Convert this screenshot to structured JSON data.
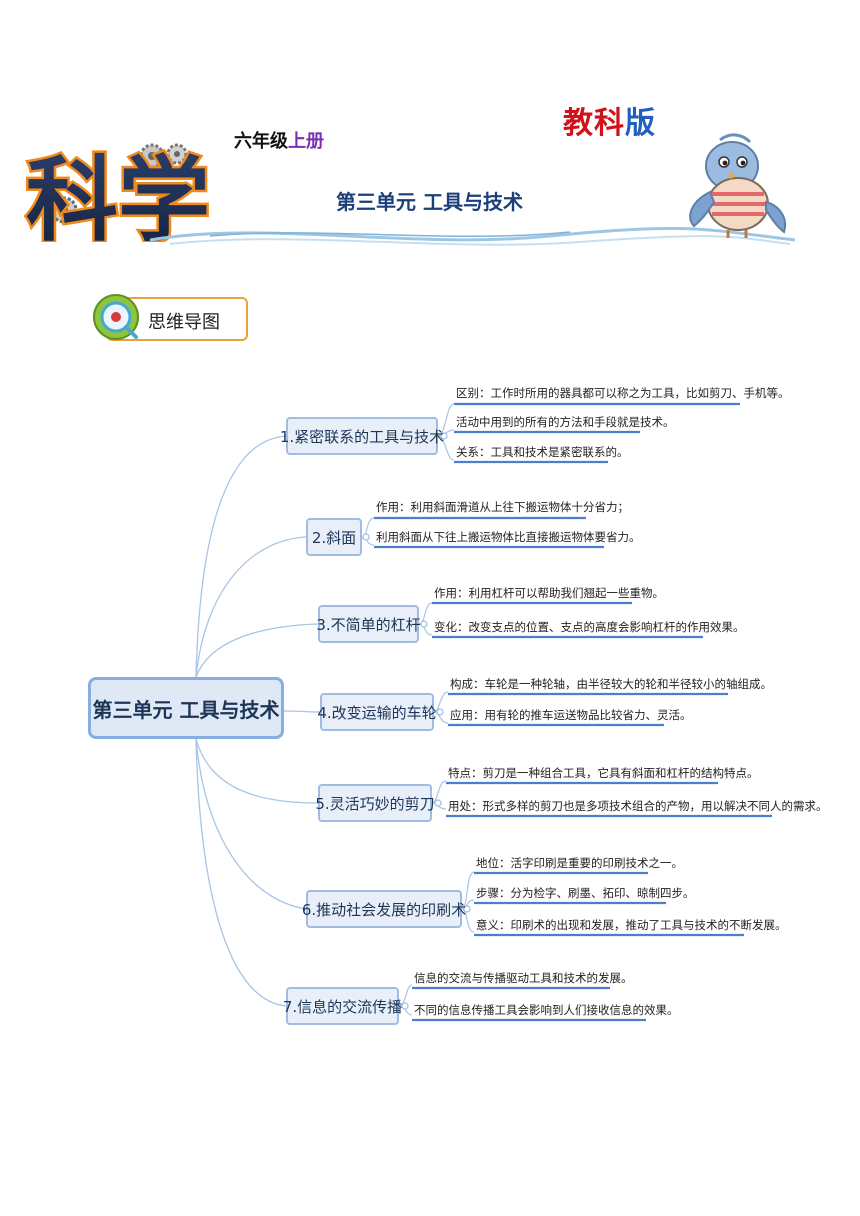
{
  "header": {
    "publisher_part1": "教科",
    "publisher_part2": "版",
    "grade_part1": "六年级",
    "grade_part2": "上册",
    "logo_text": "科学",
    "unit_title": "第三单元  工具与技术"
  },
  "badge": {
    "label": "思维导图"
  },
  "mindmap": {
    "root": "第三单元 工具与技术",
    "topics": [
      {
        "label": "1.紧密联系的工具与技术",
        "items": [
          "区别：工作时所用的器具都可以称之为工具，比如剪刀、手机等。",
          "活动中用到的所有的方法和手段就是技术。",
          "关系：工具和技术是紧密联系的。"
        ]
      },
      {
        "label": "2.斜面",
        "items": [
          "作用：利用斜面滑道从上往下搬运物体十分省力；",
          "利用斜面从下往上搬运物体比直接搬运物体要省力。"
        ]
      },
      {
        "label": "3.不简单的杠杆",
        "items": [
          "作用：利用杠杆可以帮助我们翘起一些重物。",
          "变化：改变支点的位置、支点的高度会影响杠杆的作用效果。"
        ]
      },
      {
        "label": "4.改变运输的车轮",
        "items": [
          "构成：车轮是一种轮轴，由半径较大的轮和半径较小的轴组成。",
          "应用：用有轮的推车运送物品比较省力、灵活。"
        ]
      },
      {
        "label": "5.灵活巧妙的剪刀",
        "items": [
          "特点：剪刀是一种组合工具，它具有斜面和杠杆的结构特点。",
          "用处：形式多样的剪刀也是多项技术组合的产物，用以解决不同人的需求。"
        ]
      },
      {
        "label": "6.推动社会发展的印刷术",
        "items": [
          "地位：活字印刷是重要的印刷技术之一。",
          "步骤：分为检字、刷墨、拓印、晾制四步。",
          "意义：印刷术的出现和发展，推动了工具与技术的不断发展。"
        ]
      },
      {
        "label": "7.信息的交流传播",
        "items": [
          "信息的交流与传播驱动工具和技术的发展。",
          "不同的信息传播工具会影响到人们接收信息的效果。"
        ]
      }
    ]
  }
}
